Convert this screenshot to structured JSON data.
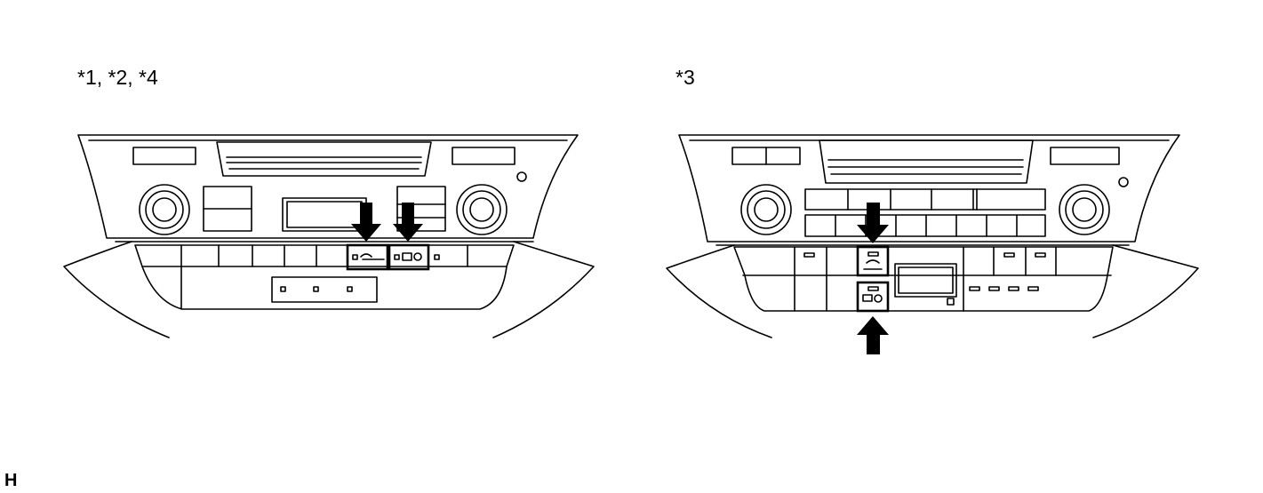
{
  "panels": [
    {
      "variant_label": "*1, *2, *4"
    },
    {
      "variant_label": "*3"
    }
  ],
  "corner_mark": "H"
}
